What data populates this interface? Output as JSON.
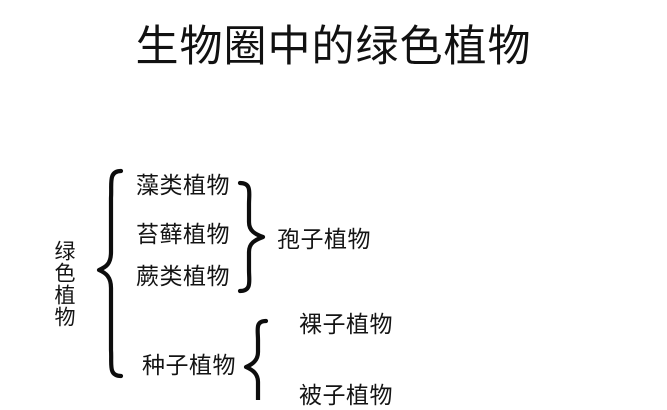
{
  "page": {
    "title": "生物圈中的绿色植物",
    "background_color": "#ffffff",
    "text_color": "#141414",
    "stroke_color": "#0d0d0d"
  },
  "diagram": {
    "type": "classification-brace-chart",
    "root": {
      "label": "绿色植物",
      "orientation": "vertical"
    },
    "groups": [
      {
        "name": "spore-plants-group",
        "group_label": "孢子植物",
        "members": [
          {
            "label": "藻类植物"
          },
          {
            "label": "苔藓植物"
          },
          {
            "label": "蕨类植物"
          }
        ]
      },
      {
        "name": "seed-plants-group",
        "group_label": "种子植物",
        "members": [
          {
            "label": "裸子植物"
          },
          {
            "label": "被子植物"
          }
        ]
      }
    ]
  }
}
